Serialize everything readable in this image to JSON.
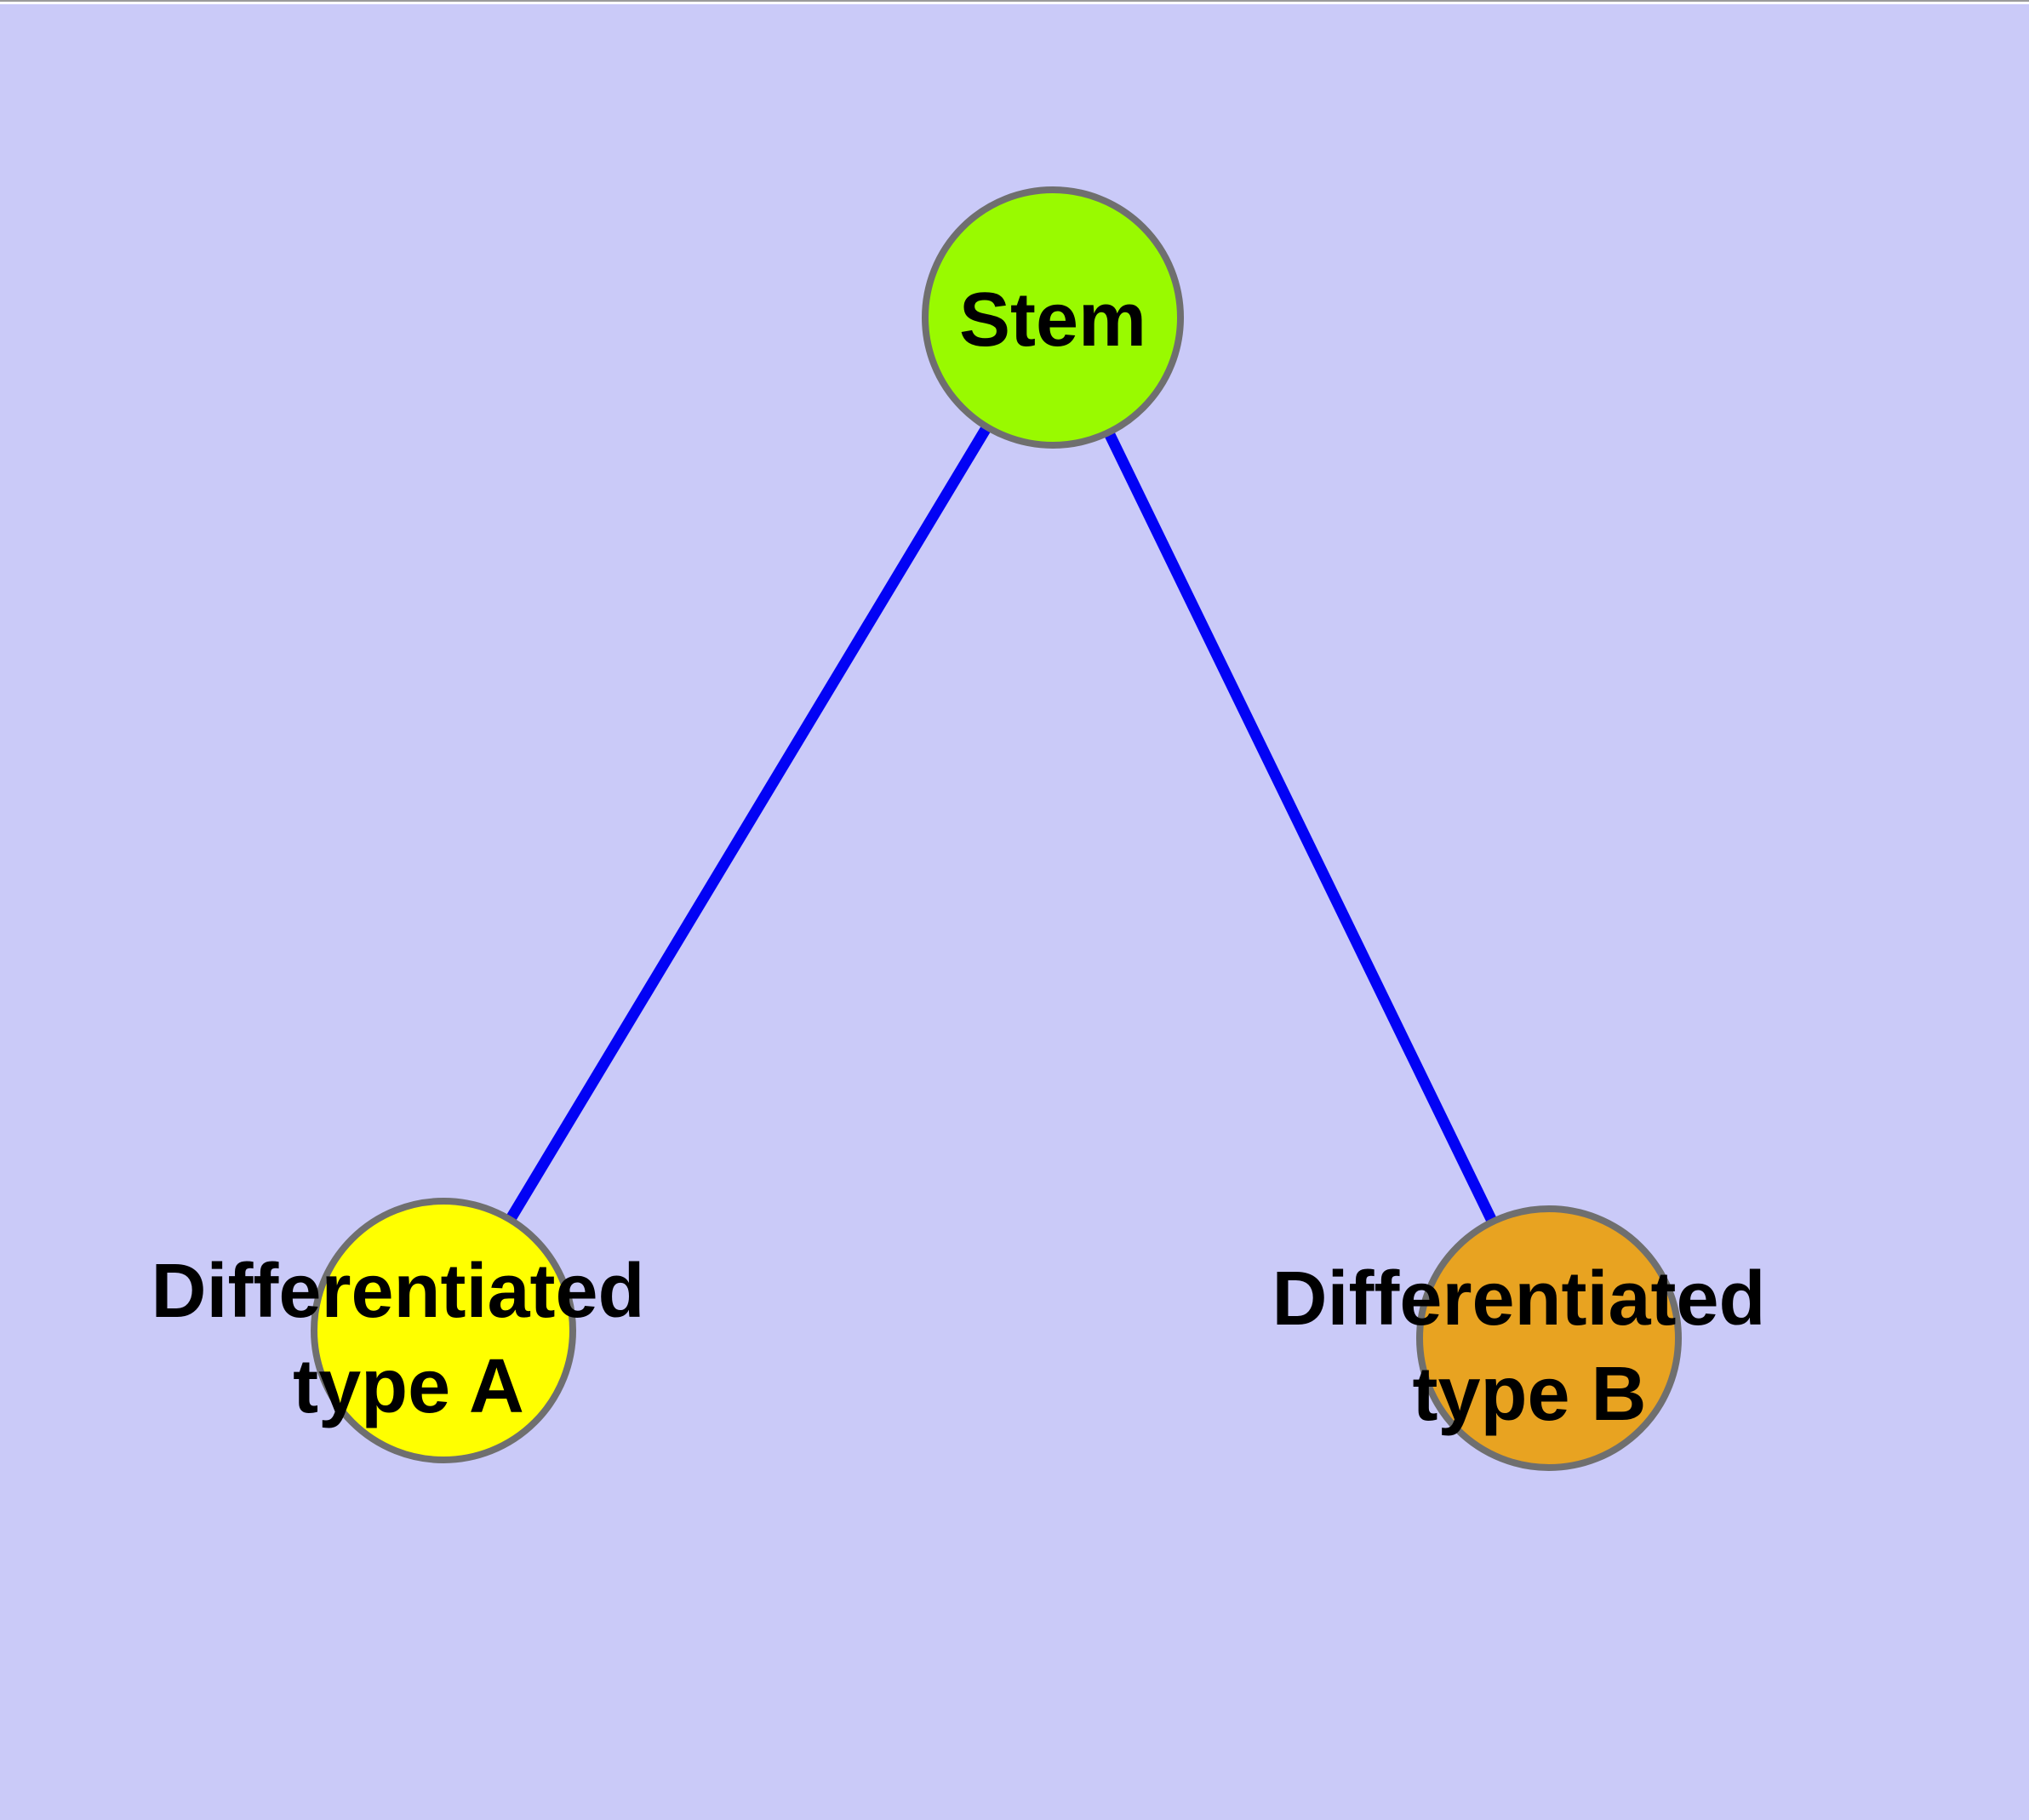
{
  "diagram": {
    "type": "undirected-graph",
    "background_color": "#CACAF8",
    "top_border": {
      "line_color": "#9B9B9B",
      "highlight_color": "#FFFFFF"
    },
    "edge_color": "#0202F5",
    "node_border_color": "#6F6F6F",
    "label_color": "#000000",
    "nodes": [
      {
        "id": "stem",
        "label": "Stem",
        "fill": "#99FA00"
      },
      {
        "id": "differentiated-type-a",
        "label": "Differentiated type A",
        "line1": "Differentiated",
        "line2": "type A",
        "fill": "#FFFF00"
      },
      {
        "id": "differentiated-type-b",
        "label": "Differentiated type B",
        "line1": "Differentiated",
        "line2": "type B",
        "fill": "#E8A321"
      }
    ],
    "edges": [
      {
        "source": "Stem",
        "target": "Differentiated type A"
      },
      {
        "source": "Stem",
        "target": "Differentiated type B"
      }
    ]
  }
}
